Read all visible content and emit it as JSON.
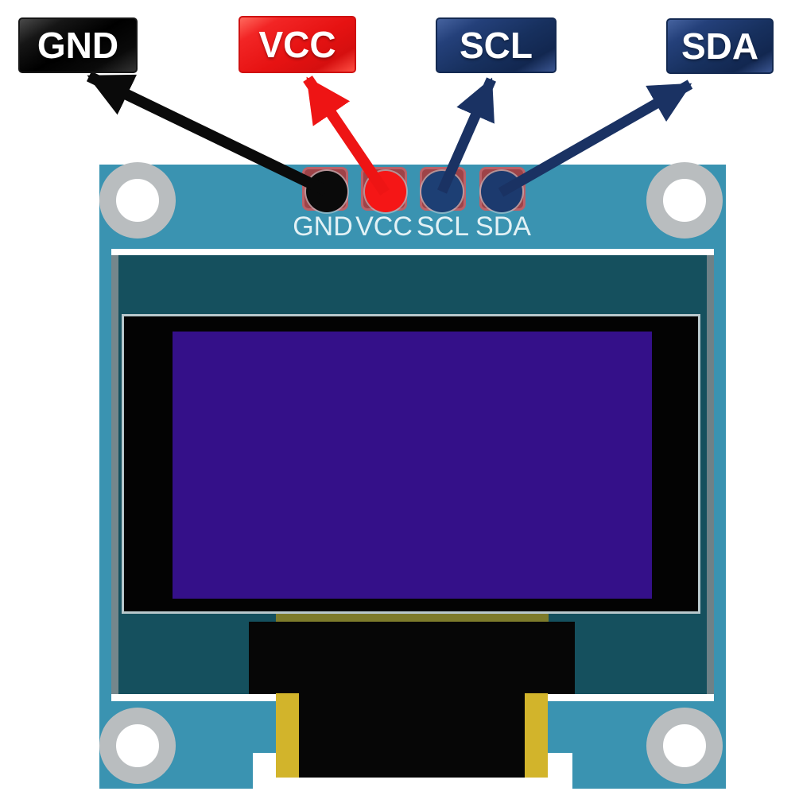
{
  "callouts": [
    {
      "id": "gnd",
      "label": "GND",
      "box_color": "#0c0c0c",
      "arrow_color": "#0a0a0a",
      "text_color": "#ffffff"
    },
    {
      "id": "vcc",
      "label": "VCC",
      "box_color": "#ee1414",
      "arrow_color": "#ee1414",
      "text_color": "#ffffff"
    },
    {
      "id": "scl",
      "label": "SCL",
      "box_color": "#1d3a6e",
      "arrow_color": "#1a3263",
      "text_color": "#ffffff"
    },
    {
      "id": "sda",
      "label": "SDA",
      "box_color": "#1d3a6e",
      "arrow_color": "#1a3263",
      "text_color": "#ffffff"
    }
  ],
  "module": {
    "silkscreen_labels": [
      "GND",
      "VCC",
      "SCL",
      "SDA"
    ],
    "pins": [
      {
        "name": "GND",
        "dot_color": "#0a0a0a"
      },
      {
        "name": "VCC",
        "dot_color": "#f51616"
      },
      {
        "name": "SCL",
        "dot_color": "#1d3f74"
      },
      {
        "name": "SDA",
        "dot_color": "#1c3a6e"
      }
    ],
    "colors": {
      "pcb": "#3a93b1",
      "screen_recess": "#15505e",
      "screen_bezel": "#030303",
      "bezel_outline": "#b8c8cc",
      "screen_glass": "#341089",
      "pin_pad": "#9e4348",
      "mounting_hole_ring": "#b9bdbf",
      "connector_gold": "#d2b42b",
      "flex_strip_olive": "#7d7b2b",
      "silkscreen_text": "#e2f1f5"
    }
  }
}
